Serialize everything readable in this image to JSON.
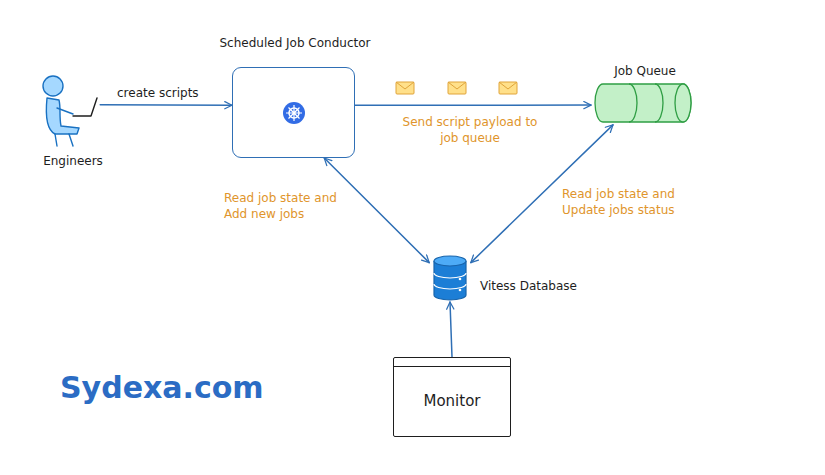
{
  "diagram": {
    "nodes": [
      {
        "text": [
          "Engineers"
        ]
      },
      {
        "text": [
          "Scheduled Job Conductor"
        ]
      },
      {
        "text": [
          "Job Queue"
        ]
      },
      {
        "text": [
          "Vitess Database"
        ]
      },
      {
        "text": [
          "Monitor"
        ]
      }
    ],
    "edges": [
      {
        "from": 0,
        "to": 1,
        "label": "create scripts",
        "arrow": "to"
      },
      {
        "from": 1,
        "to": 2,
        "label": "Send script payload to job queue",
        "arrow": "to"
      },
      {
        "from": 1,
        "to": 3,
        "label": "Read job state and Add new jobs",
        "arrow": "both"
      },
      {
        "from": 2,
        "to": 3,
        "label": "Read job state and Update jobs status",
        "arrow": "both"
      },
      {
        "from": 4,
        "to": 3,
        "arrow": "to"
      }
    ],
    "labels": [
      "Sydexa.com"
    ]
  }
}
